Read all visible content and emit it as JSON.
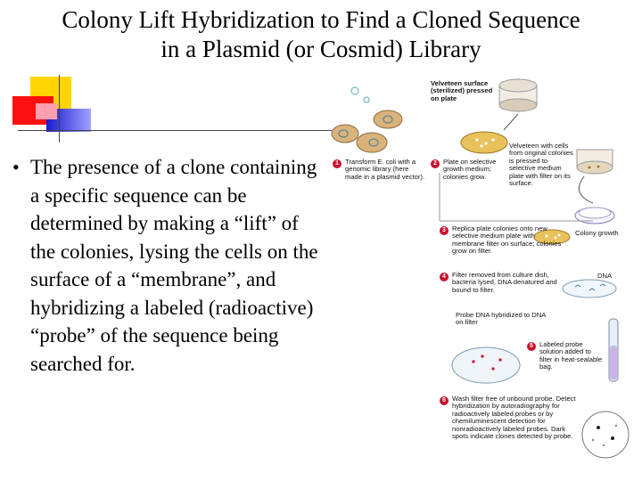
{
  "slide": {
    "title_line1": "Colony Lift Hybridization to Find a Cloned Sequence",
    "title_line2": "in a Plasmid (or Cosmid) Library",
    "bullet": "The presence of a clone containing a specific sequence can be determined by making a “lift” of the colonies, lysing the cells on the surface of a “membrane”, and  hybridizing a labeled (radioactive) “probe” of the sequence being searched for."
  },
  "figure": {
    "velveteen_pressed": "Velveteen surface (sterilized) pressed on plate",
    "velveteen_cells": "Velveteen with cells from original colonies is pressed to selective medium plate with filter on its surface.",
    "step1_num": "1",
    "step1": "Transform E. coli with a genomic library (here made in a plasmid vector).",
    "step2_num": "2",
    "step2": "Plate on selective growth medium; colonies grow.",
    "step3_num": "3",
    "step3": "Replica plate colonies onto new selective medium plate with membrane filter on surface; colonies grow on filter.",
    "colony_growth": "Colony growth",
    "step4_num": "4",
    "step4": "Filter removed from culture dish, bacteria lysed, DNA denatured and bound to filter.",
    "dna": "DNA",
    "probe_hybridized": "Probe DNA hybridized to DNA on filter",
    "step5_num": "5",
    "step5": "Labeled probe solution added to filter in heat-sealable bag.",
    "step6_num": "6",
    "step6": "Wash filter free of unbound probe. Detect hybridization by autoradiography for radioactively labeled probes or by chemiluminescent detection for nonradioactively labeled probes. Dark spots indicate clones detected by probe."
  },
  "colors": {
    "deco_yellow": "#ffd400",
    "deco_red": "#ff0000",
    "deco_blue": "#1b1bcf",
    "step_badge": "#c8102e",
    "agar": "#e8c25a"
  }
}
